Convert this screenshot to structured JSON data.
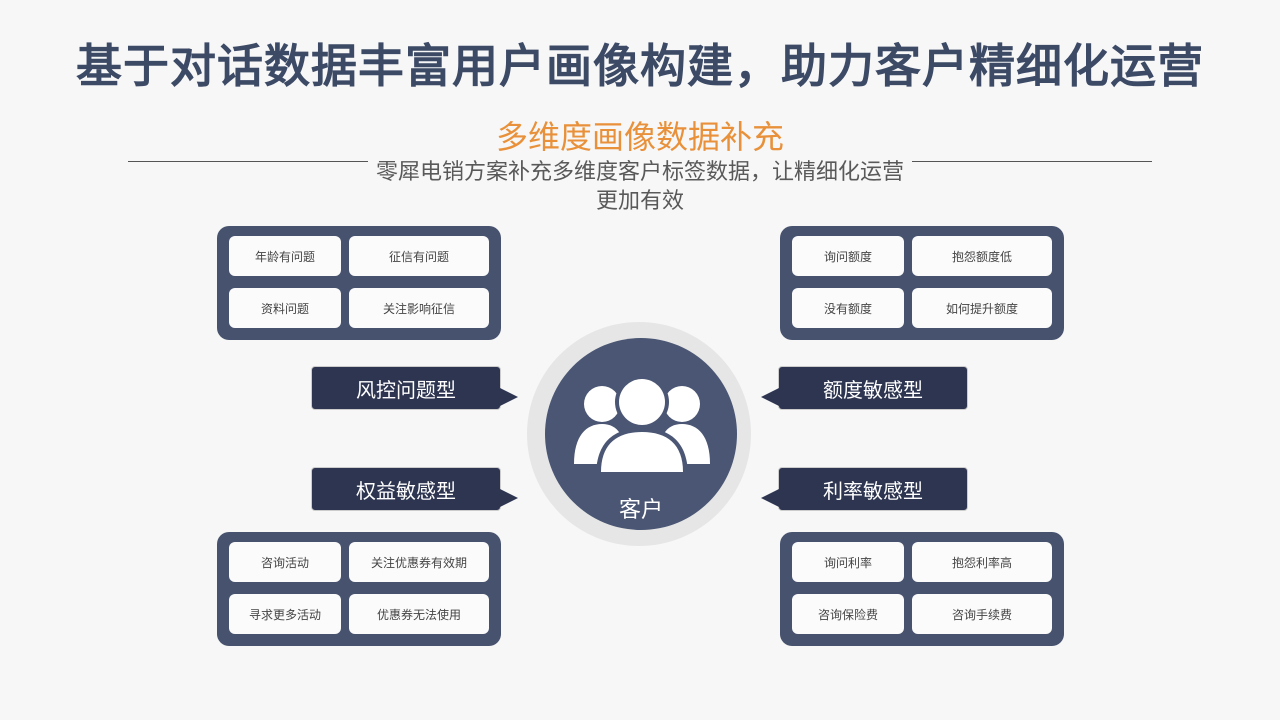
{
  "title": "基于对话数据丰富用户画像构建，助力客户精细化运营",
  "subtitle": "多维度画像数据补充",
  "description": "零犀电销方案补充多维度客户标签数据，让精细化运营更加有效",
  "center": {
    "label": "客户",
    "icon": "people-group-icon"
  },
  "segments": {
    "risk": {
      "label": "风控问题型",
      "tags": [
        "年龄有问题",
        "征信有问题",
        "资料问题",
        "关注影响征信"
      ]
    },
    "quota": {
      "label": "额度敏感型",
      "tags": [
        "询问额度",
        "抱怨额度低",
        "没有额度",
        "如何提升额度"
      ]
    },
    "benefit": {
      "label": "权益敏感型",
      "tags": [
        "咨询活动",
        "关注优惠券有效期",
        "寻求更多活动",
        "优惠券无法使用"
      ]
    },
    "interest": {
      "label": "利率敏感型",
      "tags": [
        "询问利率",
        "抱怨利率高",
        "咨询保险费",
        "咨询手续费"
      ]
    }
  },
  "colors": {
    "title": "#3c4a66",
    "subtitle": "#e8913a",
    "panel": "#47536e",
    "callout": "#2d3550",
    "hub": "#4a5673"
  }
}
